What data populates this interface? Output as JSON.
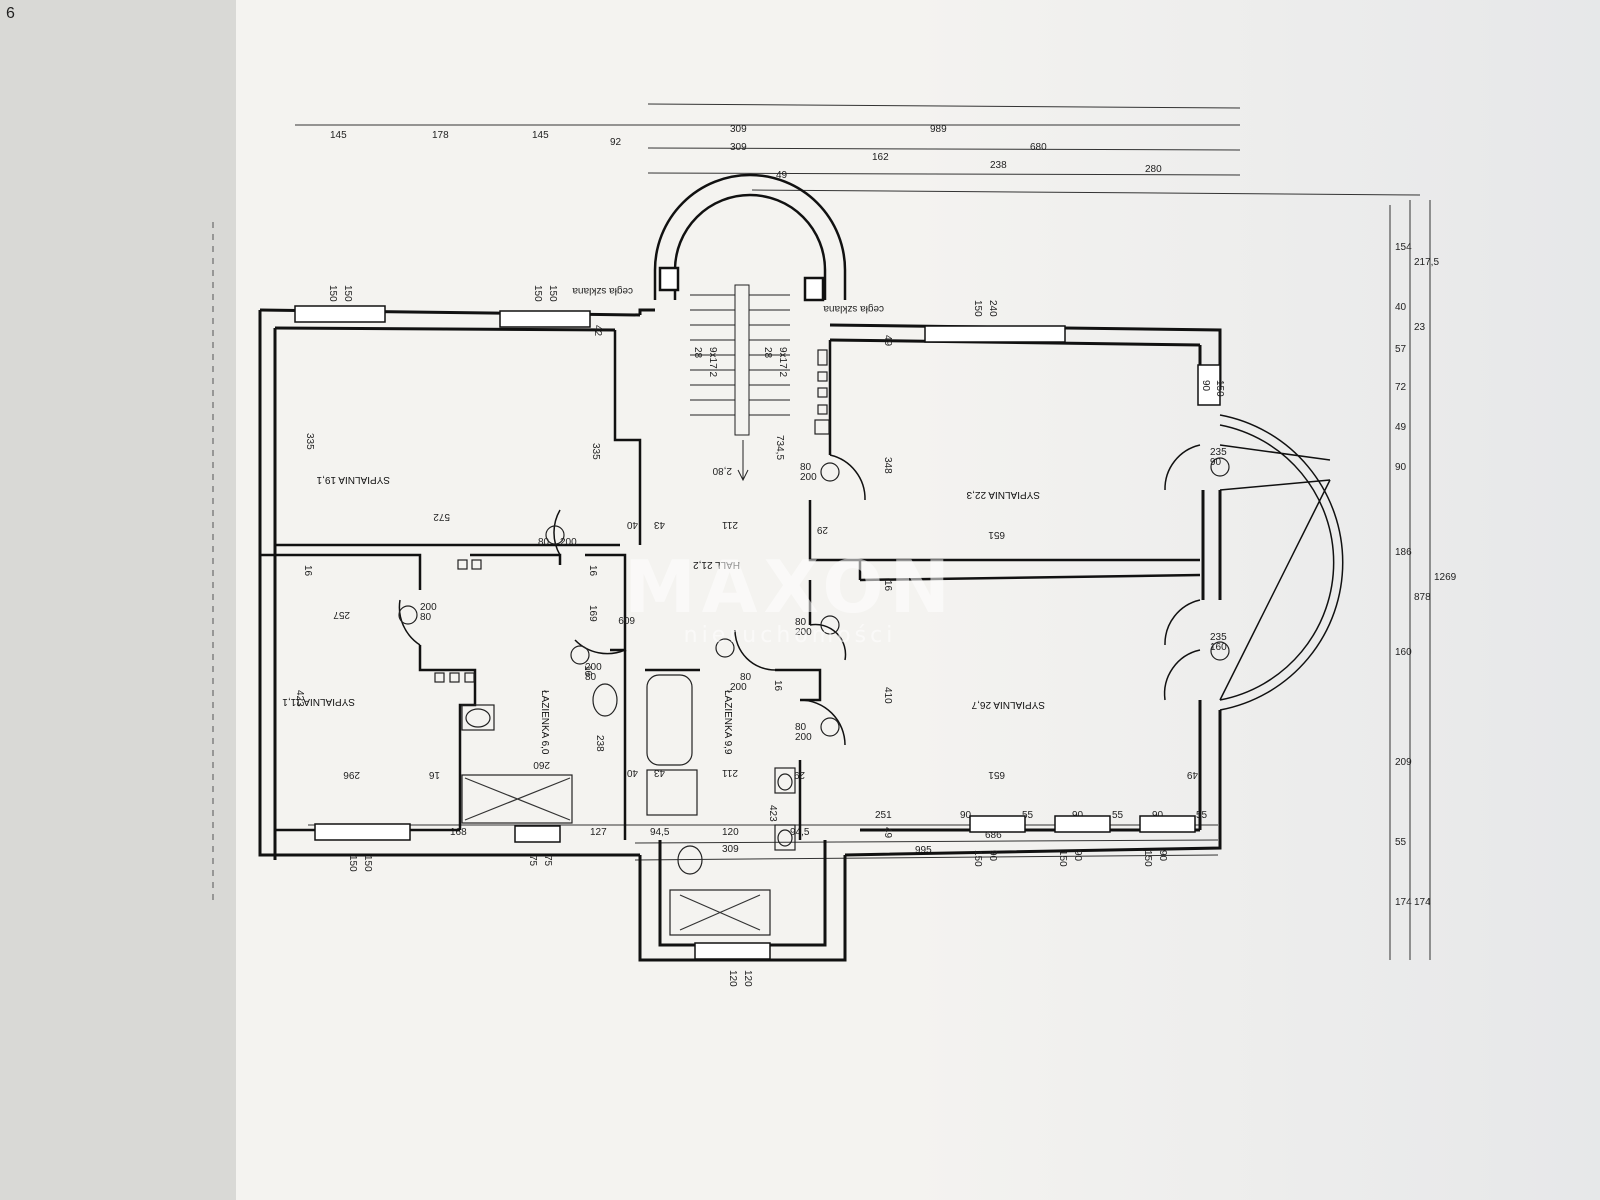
{
  "rooms": {
    "bedroom_nw": "SYPIALNIA 19,1",
    "bedroom_sw": "SYPIALNIA 11,1",
    "bathroom_small": "ŁAZIENKA 6,0",
    "bathroom_mid": "ŁAZIENKA 9,9",
    "hall": "HALL 21,2",
    "bedroom_ne": "SYPIALNIA 22,3",
    "bedroom_se": "SYPIALNIA 26,7",
    "stairs_height": "2,80"
  },
  "notes": {
    "glass_brick_left": "cegła szklana",
    "glass_brick_right": "cegła szklana",
    "corner_mark": "6"
  },
  "watermark": {
    "brand": "MAXON",
    "subtitle": "nieruchomości"
  },
  "dims_top_row1": [
    "145",
    "178",
    "145",
    "92",
    "309",
    "989"
  ],
  "dims_top_row2": [
    "309",
    "162",
    "238",
    "680",
    "280"
  ],
  "dims_top_small": [
    "49"
  ],
  "dims_bottom_row1": [
    "150",
    "168",
    "75",
    "127",
    "94,5",
    "120",
    "94,5",
    "251",
    "90",
    "55",
    "90",
    "55",
    "90",
    "55"
  ],
  "dims_bottom_row2": [
    "309",
    "686",
    "995"
  ],
  "dims_right_col1": [
    "154",
    "40",
    "57",
    "72",
    "49",
    "90",
    "186",
    "160",
    "209",
    "55",
    "174"
  ],
  "dims_right_col2": [
    "217,5",
    "23",
    "878",
    "1269",
    "174"
  ],
  "windows": {
    "w1": "150",
    "w1b": "150",
    "w2": "150",
    "w2b": "150",
    "w3": "240",
    "w3b": "150",
    "w4": "90",
    "w4b": "150",
    "w5": "150",
    "w5b": "150",
    "w6": "75",
    "w6b": "75",
    "w7": "120",
    "w7b": "120",
    "w8": "90",
    "w8b": "150",
    "w9": "90",
    "w9b": "150",
    "w10": "90",
    "w10b": "150"
  },
  "doors": {
    "d1a": "80",
    "d1b": "200",
    "d2a": "80",
    "d2b": "200",
    "d3a": "80",
    "d3b": "200",
    "d4a": "80",
    "d4b": "200",
    "d5a": "80",
    "d5b": "200",
    "d6a": "80",
    "d6b": "200",
    "d7a": "80",
    "d7b": "200",
    "d8a": "90",
    "d8b": "235",
    "d9a": "160",
    "d9b": "235"
  },
  "interior_dims": {
    "nw_h1": "335",
    "nw_h2": "335",
    "nw_w": "572",
    "nw_top": "42",
    "sw_16": "16",
    "sw_257": "257",
    "sw_423": "423",
    "sw_296": "296",
    "sw_16b": "16",
    "h_40": "40",
    "h_43": "43",
    "h_211": "211",
    "h_16": "16",
    "h_169": "169",
    "h_609": "609",
    "b_16": "16",
    "b_238": "238",
    "b_260": "260",
    "b_40": "40",
    "b_43": "43",
    "b_211": "211",
    "b_423": "423",
    "b_16c": "16",
    "st_28a": "28",
    "st_17a": "9x17,2",
    "st_28b": "28",
    "st_17b": "9x17,2",
    "st_734": "734,5",
    "e_49a": "49",
    "e_348": "348",
    "e_29": "29",
    "e_651": "651",
    "e_16": "16",
    "e_410": "410",
    "e_29b": "29",
    "e_651b": "651",
    "e_49b": "49",
    "e_49c": "49"
  }
}
